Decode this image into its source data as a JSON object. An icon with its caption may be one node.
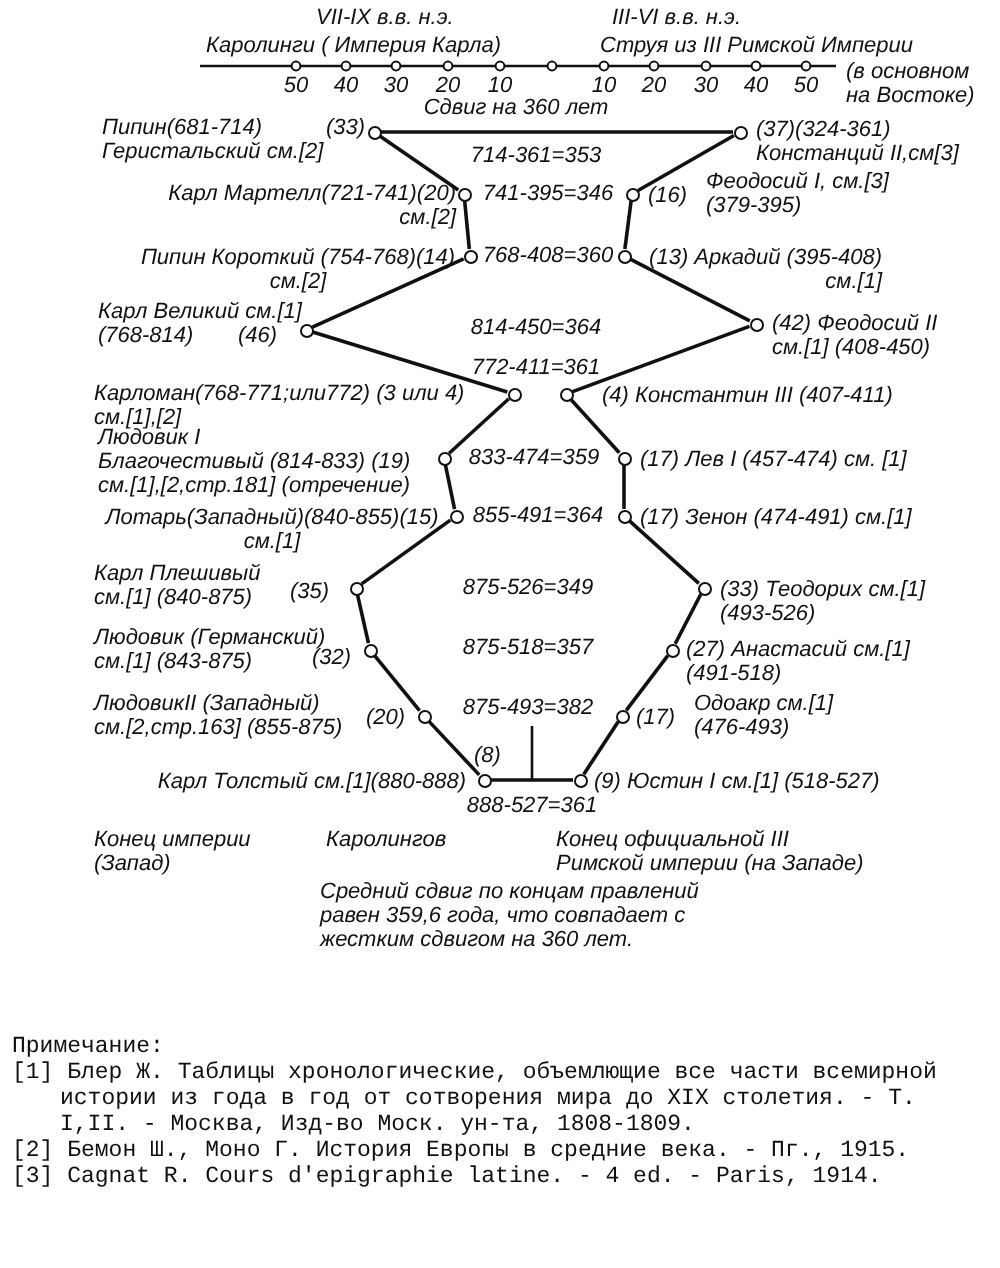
{
  "diagram": {
    "nodes": [
      {
        "text": [
          "Пипин(681-714) Геристальский см.[2]",
          "(33)"
        ]
      },
      {
        "text": [
          "(37)(324-361) Констанций II,см[3]"
        ]
      },
      {
        "text": [
          "Карл Мартелл(721-741)(20) см.[2]"
        ]
      },
      {
        "text": [
          "(16)",
          "Феодосий I, см.[3] (379-395)"
        ]
      },
      {
        "text": [
          "Пипин Короткий (754-768)(14) см.[2]"
        ]
      },
      {
        "text": [
          "(13) Аркадий (395-408) см.[1]"
        ]
      },
      {
        "text": [
          "Карл Великий см.[1] (768-814)",
          "(46)"
        ]
      },
      {
        "text": [
          "(42) Феодосий II см.[1] (408-450)"
        ]
      },
      {
        "text": [
          "Карломан(768-771;или772) (3 или 4) см.[1],[2]"
        ]
      },
      {
        "text": [
          "(4) Константин III (407-411)"
        ]
      },
      {
        "text": [
          "Людовик I Благочестивый (814-833) (19) см.[1],[2,стр.181] (отречение)"
        ]
      },
      {
        "text": [
          "(17) Лев I (457-474) см. [1]"
        ]
      },
      {
        "text": [
          "Лотарь(Западный)(840-855)(15) см.[1]"
        ]
      },
      {
        "text": [
          "(17) Зенон (474-491) см.[1]"
        ]
      },
      {
        "text": [
          "Карл Плешивый см.[1] (840-875)",
          "(35)"
        ]
      },
      {
        "text": [
          "(33) Теодорих см.[1] (493-526)"
        ]
      },
      {
        "text": [
          "Людовик (Германский) см.[1] (843-875)",
          "(32)"
        ]
      },
      {
        "text": [
          "(27) Анастасий см.[1] (491-518)"
        ]
      },
      {
        "text": [
          "ЛюдовикII (Западный) см.[2,стр.163] (855-875)",
          "(20)"
        ]
      },
      {
        "text": [
          "(17)",
          "Одоакр см.[1] (476-493)"
        ]
      },
      {
        "text": [
          "Карл Толстый см.[1](880-888)",
          "(8)"
        ]
      },
      {
        "text": [
          "(9) Юстин I см.[1] (518-527)"
        ]
      }
    ],
    "edges": [
      {
        "from": 0,
        "to": 1,
        "arrow": "none"
      },
      {
        "from": 0,
        "to": 2,
        "arrow": "none"
      },
      {
        "from": 2,
        "to": 4,
        "arrow": "none"
      },
      {
        "from": 4,
        "to": 6,
        "arrow": "none"
      },
      {
        "from": 6,
        "to": 8,
        "arrow": "none"
      },
      {
        "from": 8,
        "to": 10,
        "arrow": "none"
      },
      {
        "from": 10,
        "to": 12,
        "arrow": "none"
      },
      {
        "from": 12,
        "to": 14,
        "arrow": "none"
      },
      {
        "from": 14,
        "to": 16,
        "arrow": "none"
      },
      {
        "from": 16,
        "to": 18,
        "arrow": "none"
      },
      {
        "from": 18,
        "to": 20,
        "arrow": "none"
      },
      {
        "from": 1,
        "to": 3,
        "arrow": "none"
      },
      {
        "from": 3,
        "to": 5,
        "arrow": "none"
      },
      {
        "from": 5,
        "to": 7,
        "arrow": "none"
      },
      {
        "from": 7,
        "to": 9,
        "arrow": "none"
      },
      {
        "from": 9,
        "to": 11,
        "arrow": "none"
      },
      {
        "from": 11,
        "to": 13,
        "arrow": "none"
      },
      {
        "from": 13,
        "to": 15,
        "arrow": "none"
      },
      {
        "from": 15,
        "to": 17,
        "arrow": "none"
      },
      {
        "from": 17,
        "to": 19,
        "arrow": "none"
      },
      {
        "from": 19,
        "to": 21,
        "arrow": "none"
      },
      {
        "from": 20,
        "to": 21,
        "arrow": "none"
      }
    ],
    "labels": [
      "VII-IX в.в. н.э.",
      "Каролинги ( Империя Карла)",
      "III-VI в.в. н.э.",
      "Струя из III Римской Империи",
      "(в основном на Востоке)",
      "50",
      "40",
      "30",
      "20",
      "10",
      "10",
      "20",
      "30",
      "40",
      "50",
      "Сдвиг на 360 лет",
      "714-361=353",
      "741-395=346",
      "768-408=360",
      "814-450=364",
      "772-411=361",
      "833-474=359",
      "855-491=364",
      "875-526=349",
      "875-518=357",
      "875-493=382",
      "888-527=361",
      "Конец империи (Запад)",
      "Каролингов",
      "Конец официальной III Римской империи (на Западе)",
      "Средний сдвиг по концам правлений равен 359,6 года, что совпадает с жестким сдвигом на 360 лет.",
      "Примечание:",
      "[1] Блер Ж. Таблицы хронологические, объемлющие все части всемирной истории из года в год от сотворения мира до XIX столетия. - Т. I,II. - Москва, Изд-во Моск. ун-та, 1808-1809.",
      "[2] Бемон Ш., Моно Г. История Европы в средние века. - Пг., 1915.",
      "[3] Cagnat R. Cours d'epigraphie latine. - 4 ed. - Paris, 1914."
    ]
  }
}
